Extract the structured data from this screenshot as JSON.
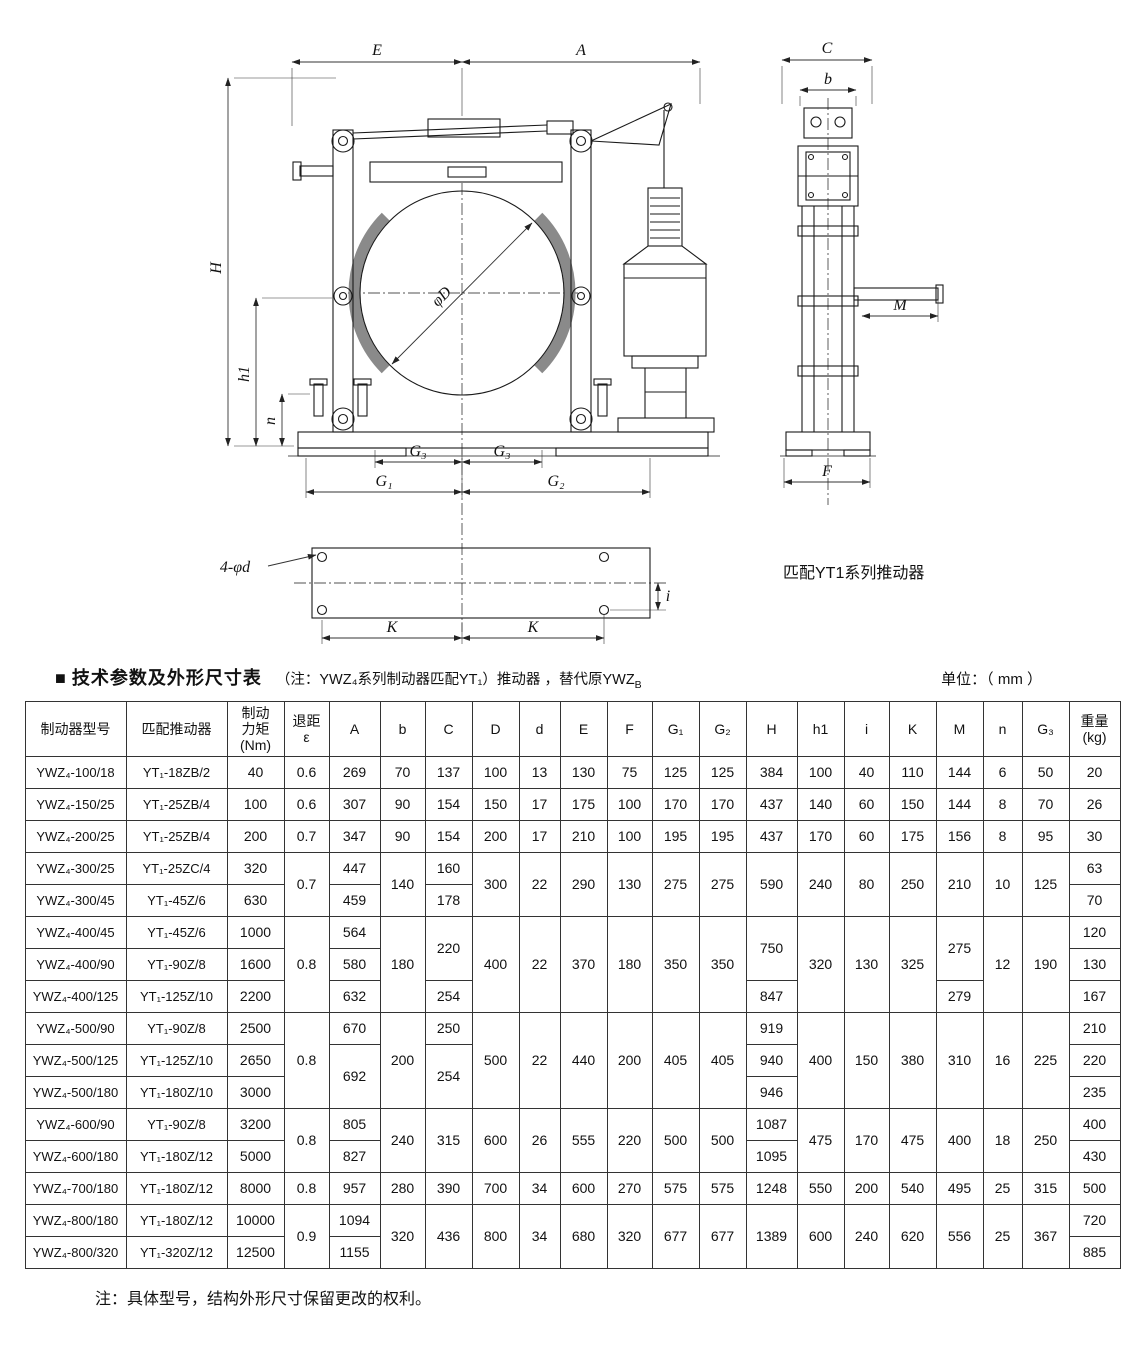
{
  "drawing": {
    "labels": {
      "E": "E",
      "A": "A",
      "C": "C",
      "b": "b",
      "H": "H",
      "h1": "h1",
      "n": "n",
      "G3L": "G₃",
      "G3R": "G₃",
      "G1": "G₁",
      "G2": "G₂",
      "phiD": "φD",
      "M": "M",
      "F": "F",
      "holes": "4-φd",
      "i": "i",
      "KL": "K",
      "KR": "K"
    },
    "caption": "匹配YT1系列推动器"
  },
  "section": {
    "bullet": "■",
    "title": "技术参数及外形尺寸表",
    "note_main": "（注：YWZ₄系列制动器匹配YT₁）推动器 ，替代原YWZ",
    "note_sub": "B",
    "unit": "单位：（ mm ）"
  },
  "table": {
    "headers": [
      "制动器型号",
      "匹配推动器",
      "制动\n力矩\n(Nm)",
      "退距\nε",
      "A",
      "b",
      "C",
      "D",
      "d",
      "E",
      "F",
      "G₁",
      "G₂",
      "H",
      "h1",
      "i",
      "K",
      "M",
      "n",
      "G₃",
      "重量\n(kg)"
    ],
    "rows": [
      [
        "YWZ₄-100/18",
        "YT₁-18ZB/2",
        "40",
        "0.6",
        "269",
        "70",
        "137",
        "100",
        "13",
        "130",
        "75",
        "125",
        "125",
        "384",
        "100",
        "40",
        "110",
        "144",
        "6",
        "50",
        "20"
      ],
      [
        "YWZ₄-150/25",
        "YT₁-25ZB/4",
        "100",
        "0.6",
        "307",
        "90",
        "154",
        "150",
        "17",
        "175",
        "100",
        "170",
        "170",
        "437",
        "140",
        "60",
        "150",
        "144",
        "8",
        "70",
        "26"
      ],
      [
        "YWZ₄-200/25",
        "YT₁-25ZB/4",
        "200",
        "0.7",
        "347",
        "90",
        "154",
        "200",
        "17",
        "210",
        "100",
        "195",
        "195",
        "437",
        "170",
        "60",
        "175",
        "156",
        "8",
        "95",
        "30"
      ],
      [
        "YWZ₄-300/25",
        "YT₁-25ZC/4",
        "320",
        {
          "v": "0.7",
          "rs": 2
        },
        "447",
        {
          "v": "140",
          "rs": 2
        },
        "160",
        {
          "v": "300",
          "rs": 2
        },
        {
          "v": "22",
          "rs": 2
        },
        {
          "v": "290",
          "rs": 2
        },
        {
          "v": "130",
          "rs": 2
        },
        {
          "v": "275",
          "rs": 2
        },
        {
          "v": "275",
          "rs": 2
        },
        {
          "v": "590",
          "rs": 2
        },
        {
          "v": "240",
          "rs": 2
        },
        {
          "v": "80",
          "rs": 2
        },
        {
          "v": "250",
          "rs": 2
        },
        {
          "v": "210",
          "rs": 2
        },
        {
          "v": "10",
          "rs": 2
        },
        {
          "v": "125",
          "rs": 2
        },
        "63"
      ],
      [
        "YWZ₄-300/45",
        "YT₁-45Z/6",
        "630",
        "459",
        "178",
        "70"
      ],
      [
        "YWZ₄-400/45",
        "YT₁-45Z/6",
        "1000",
        {
          "v": "0.8",
          "rs": 3
        },
        "564",
        {
          "v": "180",
          "rs": 3
        },
        {
          "v": "220",
          "rs": 2
        },
        {
          "v": "400",
          "rs": 3
        },
        {
          "v": "22",
          "rs": 3
        },
        {
          "v": "370",
          "rs": 3
        },
        {
          "v": "180",
          "rs": 3
        },
        {
          "v": "350",
          "rs": 3
        },
        {
          "v": "350",
          "rs": 3
        },
        {
          "v": "750",
          "rs": 2
        },
        {
          "v": "320",
          "rs": 3
        },
        {
          "v": "130",
          "rs": 3
        },
        {
          "v": "325",
          "rs": 3
        },
        {
          "v": "275",
          "rs": 2
        },
        {
          "v": "12",
          "rs": 3
        },
        {
          "v": "190",
          "rs": 3
        },
        "120"
      ],
      [
        "YWZ₄-400/90",
        "YT₁-90Z/8",
        "1600",
        "580",
        "130"
      ],
      [
        "YWZ₄-400/125",
        "YT₁-125Z/10",
        "2200",
        "632",
        "254",
        "847",
        "279",
        "167"
      ],
      [
        "YWZ₄-500/90",
        "YT₁-90Z/8",
        "2500",
        {
          "v": "0.8",
          "rs": 3
        },
        "670",
        {
          "v": "200",
          "rs": 3
        },
        "250",
        {
          "v": "500",
          "rs": 3
        },
        {
          "v": "22",
          "rs": 3
        },
        {
          "v": "440",
          "rs": 3
        },
        {
          "v": "200",
          "rs": 3
        },
        {
          "v": "405",
          "rs": 3
        },
        {
          "v": "405",
          "rs": 3
        },
        "919",
        {
          "v": "400",
          "rs": 3
        },
        {
          "v": "150",
          "rs": 3
        },
        {
          "v": "380",
          "rs": 3
        },
        {
          "v": "310",
          "rs": 3
        },
        {
          "v": "16",
          "rs": 3
        },
        {
          "v": "225",
          "rs": 3
        },
        "210"
      ],
      [
        "YWZ₄-500/125",
        "YT₁-125Z/10",
        "2650",
        {
          "v": "692",
          "rs": 2
        },
        {
          "v": "254",
          "rs": 2
        },
        "940",
        "220"
      ],
      [
        "YWZ₄-500/180",
        "YT₁-180Z/10",
        "3000",
        "946",
        "235"
      ],
      [
        "YWZ₄-600/90",
        "YT₁-90Z/8",
        "3200",
        {
          "v": "0.8",
          "rs": 2
        },
        "805",
        {
          "v": "240",
          "rs": 2
        },
        {
          "v": "315",
          "rs": 2
        },
        {
          "v": "600",
          "rs": 2
        },
        {
          "v": "26",
          "rs": 2
        },
        {
          "v": "555",
          "rs": 2
        },
        {
          "v": "220",
          "rs": 2
        },
        {
          "v": "500",
          "rs": 2
        },
        {
          "v": "500",
          "rs": 2
        },
        "1087",
        {
          "v": "475",
          "rs": 2
        },
        {
          "v": "170",
          "rs": 2
        },
        {
          "v": "475",
          "rs": 2
        },
        {
          "v": "400",
          "rs": 2
        },
        {
          "v": "18",
          "rs": 2
        },
        {
          "v": "250",
          "rs": 2
        },
        "400"
      ],
      [
        "YWZ₄-600/180",
        "YT₁-180Z/12",
        "5000",
        "827",
        "1095",
        "430"
      ],
      [
        "YWZ₄-700/180",
        "YT₁-180Z/12",
        "8000",
        "0.8",
        "957",
        "280",
        "390",
        "700",
        "34",
        "600",
        "270",
        "575",
        "575",
        "1248",
        "550",
        "200",
        "540",
        "495",
        "25",
        "315",
        "500"
      ],
      [
        "YWZ₄-800/180",
        "YT₁-180Z/12",
        "10000",
        {
          "v": "0.9",
          "rs": 2
        },
        "1094",
        {
          "v": "320",
          "rs": 2
        },
        {
          "v": "436",
          "rs": 2
        },
        {
          "v": "800",
          "rs": 2
        },
        {
          "v": "34",
          "rs": 2
        },
        {
          "v": "680",
          "rs": 2
        },
        {
          "v": "320",
          "rs": 2
        },
        {
          "v": "677",
          "rs": 2
        },
        {
          "v": "677",
          "rs": 2
        },
        {
          "v": "1389",
          "rs": 2
        },
        {
          "v": "600",
          "rs": 2
        },
        {
          "v": "240",
          "rs": 2
        },
        {
          "v": "620",
          "rs": 2
        },
        {
          "v": "556",
          "rs": 2
        },
        {
          "v": "25",
          "rs": 2
        },
        {
          "v": "367",
          "rs": 2
        },
        "720"
      ],
      [
        "YWZ₄-800/320",
        "YT₁-320Z/12",
        "12500",
        "1155",
        "885"
      ]
    ]
  },
  "footer": {
    "note": "注：具体型号，结构外形尺寸保留更改的权利。"
  }
}
